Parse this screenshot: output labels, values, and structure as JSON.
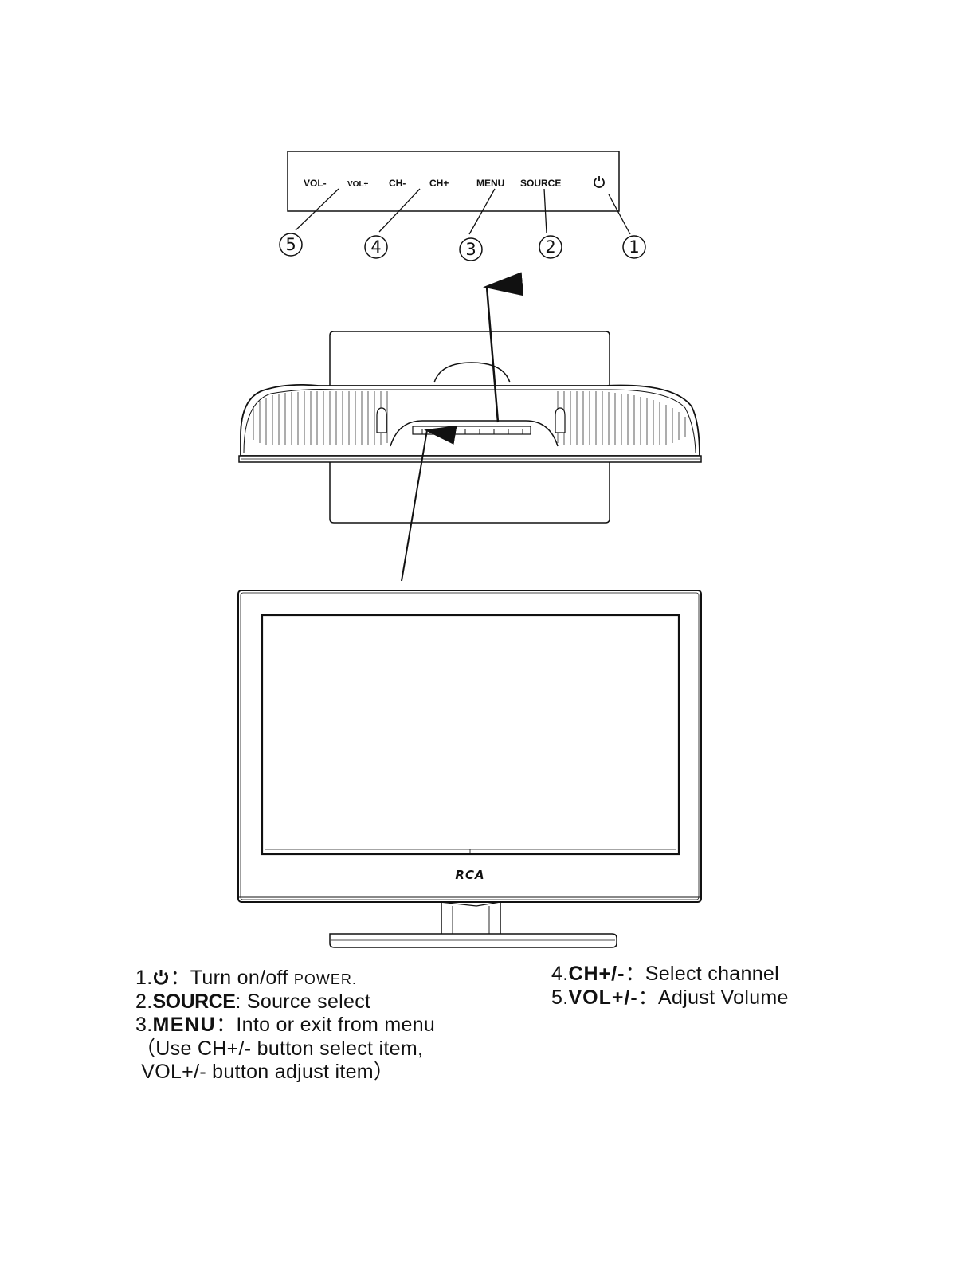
{
  "panel": {
    "buttons": [
      "VOL-",
      "VOL+",
      "CH-",
      "CH+",
      "MENU",
      "SOURCE"
    ],
    "power_icon": "power-icon",
    "callouts": [
      "5",
      "4",
      "3",
      "2",
      "1"
    ]
  },
  "tv": {
    "logo": "RCA"
  },
  "legend": {
    "items": [
      {
        "num": "1.",
        "sep": "：",
        "text": "Turn on/off ",
        "suffix": "POWER."
      },
      {
        "num": "2.",
        "key": "SOURCE",
        "text": ": Source select"
      },
      {
        "num": "3.",
        "key": "MENU",
        "sep": "：",
        "text": "Into or exit from menu"
      },
      {
        "note1": "（Use CH+/- button select item,"
      },
      {
        "note2": " VOL+/- button adjust item）"
      },
      {
        "num": "4.",
        "key": "CH+/-",
        "sep": "：",
        "text": "Select channel"
      },
      {
        "num": "5.",
        "key": "VOL+/-",
        "sep": "：",
        "text": "Adjust Volume"
      }
    ]
  }
}
